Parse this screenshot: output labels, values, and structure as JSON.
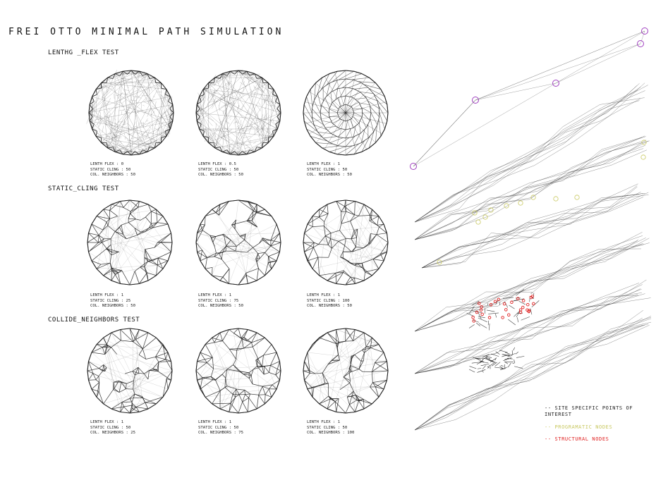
{
  "title": "FREI OTTO MINIMAL PATH SIMULATION",
  "colors": {
    "site_points": "#a040c0",
    "programatic_nodes": "#c8c860",
    "structural_nodes": "#e02020",
    "lines": "#222222"
  },
  "sections": [
    {
      "title": "LENTHG _FLEX TEST",
      "cells": [
        {
          "l1": "LENTH FLEX : 0",
          "l2": "STATIC CLING : 50",
          "l3": "COL. NEIGHBORS : 50"
        },
        {
          "l1": "LENTH FLEX : 0.5",
          "l2": "STATIC CLING : 50",
          "l3": "COL. NEIGHBORS : 50"
        },
        {
          "l1": "LENTH FLEX : 1",
          "l2": "STATIC CLING : 50",
          "l3": "COL. NEIGHBORS : 50"
        }
      ]
    },
    {
      "title": "STATIC_CLING TEST",
      "cells": [
        {
          "l1": "LENTH FLEX : 1",
          "l2": "STATIC CLING : 25",
          "l3": "COL. NEIGHBORS : 50"
        },
        {
          "l1": "LENTH FLEX : 1",
          "l2": "STATIC CLING : 75",
          "l3": "COL. NEIGHBORS : 50"
        },
        {
          "l1": "LENTH FLEX : 1",
          "l2": "STATIC CLING : 100",
          "l3": "COL. NEIGHBORS : 50"
        }
      ]
    },
    {
      "title": "COLLIDE_NEIGHBORS TEST",
      "cells": [
        {
          "l1": "LENTH FLEX : 1",
          "l2": "STATIC CLING : 50",
          "l3": "COL. NEIGHBORS : 25"
        },
        {
          "l1": "LENTH FLEX : 1",
          "l2": "STATIC CLING : 50",
          "l3": "COL. NEIGHBORS : 75"
        },
        {
          "l1": "LENTH FLEX : 1",
          "l2": "STATIC CLING : 50",
          "l3": "COL. NEIGHBORS : 100"
        }
      ]
    }
  ],
  "legend": {
    "site_points": "-- SITE SPECIFIC POINTS OF INTEREST",
    "programatic_nodes": "-- PROGRAMATIC NODES",
    "structural_nodes": "-- STRUCTURAL NODES"
  }
}
